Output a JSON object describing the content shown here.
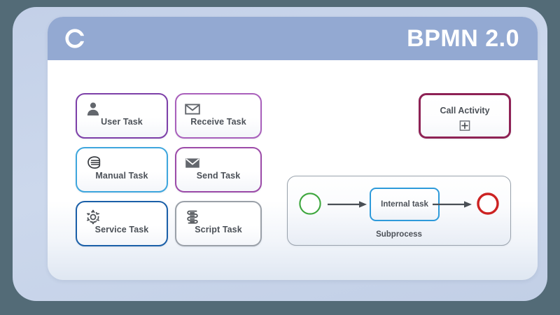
{
  "header": {
    "title": "BPMN 2.0",
    "logo_icon": "circle-c-logo-icon",
    "band_color": "#93a9d2"
  },
  "palette": {
    "page_background": "#536b77",
    "frame_background": "#c8d4ea",
    "card_background": "#ffffff",
    "label_color": "#4c5158"
  },
  "tasks": [
    {
      "id": "user-task",
      "label": "User Task",
      "icon": "user-icon",
      "border_color": "#7d3fa8"
    },
    {
      "id": "receive-task",
      "label": "Receive Task",
      "icon": "envelope-outline-icon",
      "border_color": "#a95fbb"
    },
    {
      "id": "manual-task",
      "label": "Manual Task",
      "icon": "hand-icon",
      "border_color": "#3ea6dd"
    },
    {
      "id": "send-task",
      "label": "Send Task",
      "icon": "envelope-filled-icon",
      "border_color": "#9c4ba8"
    },
    {
      "id": "service-task",
      "label": "Service Task",
      "icon": "gear-icon",
      "border_color": "#1a5fa8"
    },
    {
      "id": "script-task",
      "label": "Script Task",
      "icon": "script-scroll-icon",
      "border_color": "#9aa0a8"
    }
  ],
  "call_activity": {
    "label": "Call Activity",
    "marker_icon": "plus-box-marker-icon",
    "border_color": "#8e2255"
  },
  "subprocess": {
    "label": "Subprocess",
    "border_color": "#9aa3ad",
    "start_event": {
      "icon": "start-event-circle-icon",
      "color": "#3da63d"
    },
    "end_event": {
      "icon": "end-event-circle-icon",
      "color": "#cc2222"
    },
    "internal_task": {
      "label": "Internal task",
      "border_color": "#2e9ada"
    },
    "flows": [
      {
        "id": "flow-1",
        "icon": "sequence-flow-arrow-icon"
      },
      {
        "id": "flow-2",
        "icon": "sequence-flow-arrow-icon"
      }
    ]
  }
}
